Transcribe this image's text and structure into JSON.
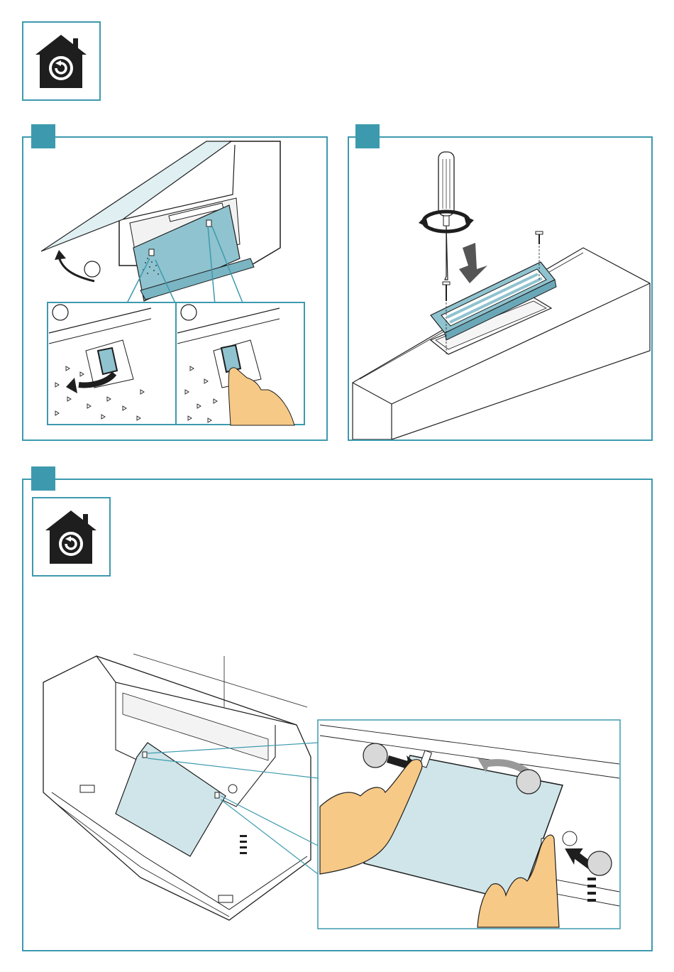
{
  "colors": {
    "accent": "#3d9aae",
    "filter": "#8fc3cf",
    "filter_light": "#cfe5e9",
    "line": "#1e1e1e",
    "skin": "#f6c987"
  },
  "icons": {
    "top": "home-refresh-icon",
    "panel3": "home-refresh-icon"
  },
  "panels": [
    {
      "id": "step-1",
      "callouts": [
        "",
        "",
        ""
      ]
    },
    {
      "id": "step-2",
      "callouts": []
    },
    {
      "id": "step-3",
      "callouts": [
        "",
        "",
        ""
      ]
    }
  ]
}
